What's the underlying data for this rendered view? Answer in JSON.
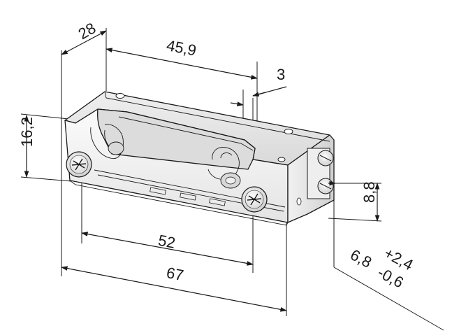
{
  "dimensions": {
    "width_28": "28",
    "length_45_9": "45,9",
    "offset_3": "3",
    "height_16_2": "16,2",
    "height_8_8": "8,8",
    "length_52": "52",
    "length_67": "67",
    "terminal_label_main": "6,8",
    "terminal_label_plus": "+2,4",
    "terminal_label_minus": "-0,6"
  },
  "colors": {
    "line": "#1a1a1a",
    "body_top": "#e6e6e6",
    "body_front": "#f4f4f4",
    "body_side": "#d2d2d2",
    "shadow": "#bdbdbd"
  }
}
